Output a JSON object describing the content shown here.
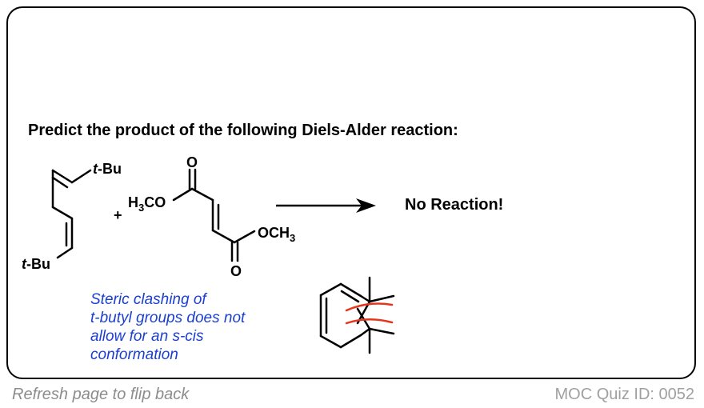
{
  "question": "Predict the product of the following Diels-Alder reaction:",
  "diene": {
    "top_group": "t-Bu",
    "bottom_group": "t-Bu"
  },
  "plus": "+",
  "dienophile": {
    "ester_left": "H3CO",
    "ester_right": "OCH3",
    "oxygen_top": "O",
    "oxygen_bottom": "O"
  },
  "result": "No Reaction!",
  "explanation": [
    "Steric clashing of",
    "t-butyl groups does not",
    "allow for an s-cis",
    "conformation"
  ],
  "footer": {
    "refresh_hint": "Refresh page to flip back",
    "quiz_id": "MOC Quiz ID: 0052"
  },
  "colors": {
    "note_text": "#1a3fd1",
    "clash_mark": "#e8341c",
    "footer_text": "#8c8c8c"
  }
}
